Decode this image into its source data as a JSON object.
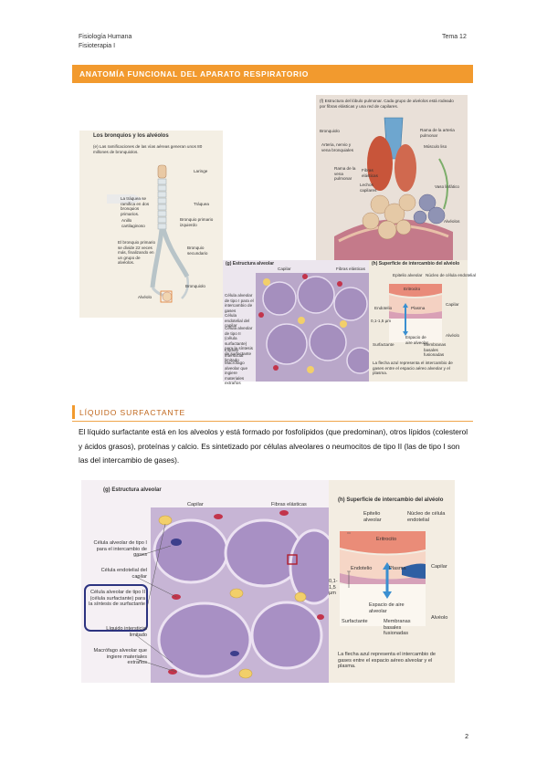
{
  "header": {
    "line1": "Fisiología Humana",
    "line2": "Fisioterapia I",
    "topic": "Tema 12"
  },
  "section1": {
    "title": "ANATOMÍA FUNCIONAL DEL APARATO RESPIRATORIO"
  },
  "fig_bronchi": {
    "title": "Los bronquios y los alvéolos",
    "caption": "(e) Las ramificaciones de las vías aéreas generan unos 80 millones de bronquiolos.",
    "labels": [
      "Laringe",
      "La tráquea se ramifica en dos bronquios primarios.",
      "Tráquea",
      "Anillo cartilaginoso",
      "Bronquio primario izquierdo",
      "El bronquio primario se divide 22 veces más, finalizando en un grupo de alvéolos.",
      "Bronquio secundario",
      "Bronquiolo",
      "Alvéolo"
    ]
  },
  "fig_lobule": {
    "caption": "(f) Estructura del lóbulo pulmonar. Cada grupo de alvéolos está rodeado por fibras elásticas y una red de capilares.",
    "labels": [
      "Bronquiolo",
      "Rama de la arteria pulmonar",
      "Arteria, nervio y vena bronquiales",
      "Músculo liso",
      "Rama de la vena pulmonar",
      "Fibras elásticas",
      "Lechos capilares",
      "Vaso linfático",
      "Alvéolos"
    ]
  },
  "fig_small_alveolar": {
    "caption": "(g) Estructura alveolar",
    "labels": [
      "Capilar",
      "Fibras elásticas",
      "Célula alveolar de tipo I para el intercambio de gases",
      "Célula endotelial del capilar",
      "Célula alveolar de tipo II (célula surfactante) para la síntesis de surfactante",
      "Líquido intersticial limitado",
      "Macrófago alveolar que ingiere materiales extraños"
    ]
  },
  "fig_small_exchange": {
    "caption": "(h) Superficie de intercambio del alvéolo",
    "labels": [
      "Epitelio alveolar",
      "Núcleo de célula endotelial",
      "Eritrocito",
      "Endotelio",
      "Plasma",
      "Capilar",
      "0,1-1,5 µm",
      "Espacio de aire alveolar",
      "Surfactante",
      "Membranas basales fusionadas",
      "Alvéolo"
    ],
    "note": "La flecha azul representa el intercambio de gases entre el espacio aéreo alveolar y el plasma."
  },
  "section2": {
    "title": "LÍQUIDO SURFACTANTE"
  },
  "paragraph": "El líquido surfactante está en los alveolos y está formado por fosfolípidos (que predominan), otros lípidos (colesterol y ácidos grasos), proteínas y calcio. Es sintetizado por células alveolares o neumocitos de tipo II (las de tipo I son las del intercambio de gases).",
  "fig_large_alveolar": {
    "caption": "(g) Estructura alveolar",
    "labels": [
      "Capilar",
      "Fibras elásticas",
      "Célula alveolar de tipo I para el intercambio de gases",
      "Célula endotelial del capilar",
      "Célula alveolar de tipo II (célula surfactante) para la síntesis de surfactante",
      "Líquido intersticial limitado",
      "Macrófago alveolar que ingiere materiales extraños"
    ]
  },
  "fig_large_exchange": {
    "caption": "(h) Superficie de intercambio del alvéolo",
    "labels": [
      "Epitelio alveolar",
      "Núcleo de célula endotelial",
      "Eritrocito",
      "Endotelio",
      "Plasma",
      "Capilar",
      "0,1-1,5 µm",
      "Espacio de aire alveolar",
      "Surfactante",
      "Membranas basales fusionadas",
      "Alvéolo"
    ],
    "note": "La flecha azul representa el intercambio de gases entre el espacio aéreo alveolar y el plasma."
  },
  "footer": {
    "page": "2"
  }
}
